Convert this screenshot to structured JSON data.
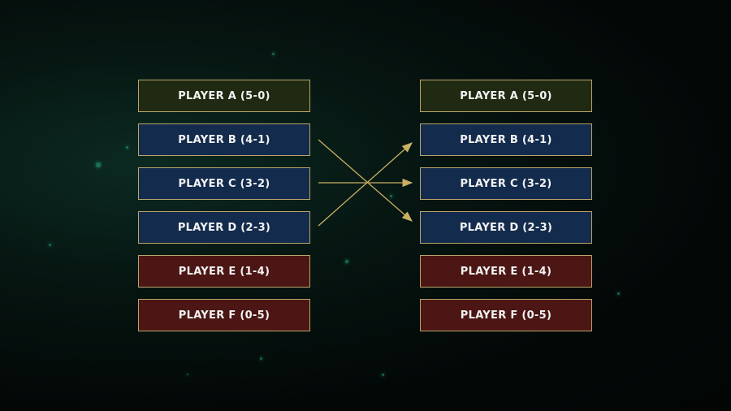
{
  "left_column": [
    {
      "label": "PLAYER A (5-0)",
      "tier": "gold"
    },
    {
      "label": "PLAYER B (4-1)",
      "tier": "blue"
    },
    {
      "label": "PLAYER C (3-2)",
      "tier": "blue"
    },
    {
      "label": "PLAYER D (2-3)",
      "tier": "blue"
    },
    {
      "label": "PLAYER E (1-4)",
      "tier": "red"
    },
    {
      "label": "PLAYER F (0-5)",
      "tier": "red"
    }
  ],
  "right_column": [
    {
      "label": "PLAYER A (5-0)",
      "tier": "gold"
    },
    {
      "label": "PLAYER B (4-1)",
      "tier": "blue"
    },
    {
      "label": "PLAYER C (3-2)",
      "tier": "blue"
    },
    {
      "label": "PLAYER D (2-3)",
      "tier": "blue"
    },
    {
      "label": "PLAYER E (1-4)",
      "tier": "red"
    },
    {
      "label": "PLAYER F (0-5)",
      "tier": "red"
    }
  ],
  "arrows": [
    {
      "from": "PLAYER B (4-1)",
      "to": "PLAYER D (2-3)"
    },
    {
      "from": "PLAYER C (3-2)",
      "to": "PLAYER C (3-2)"
    },
    {
      "from": "PLAYER D (2-3)",
      "to": "PLAYER B (4-1)"
    }
  ],
  "colors": {
    "border": "#b8a56a",
    "arrow": "#c9b063",
    "gold": "#202912",
    "blue": "#132b4d",
    "red": "#4b1614"
  }
}
